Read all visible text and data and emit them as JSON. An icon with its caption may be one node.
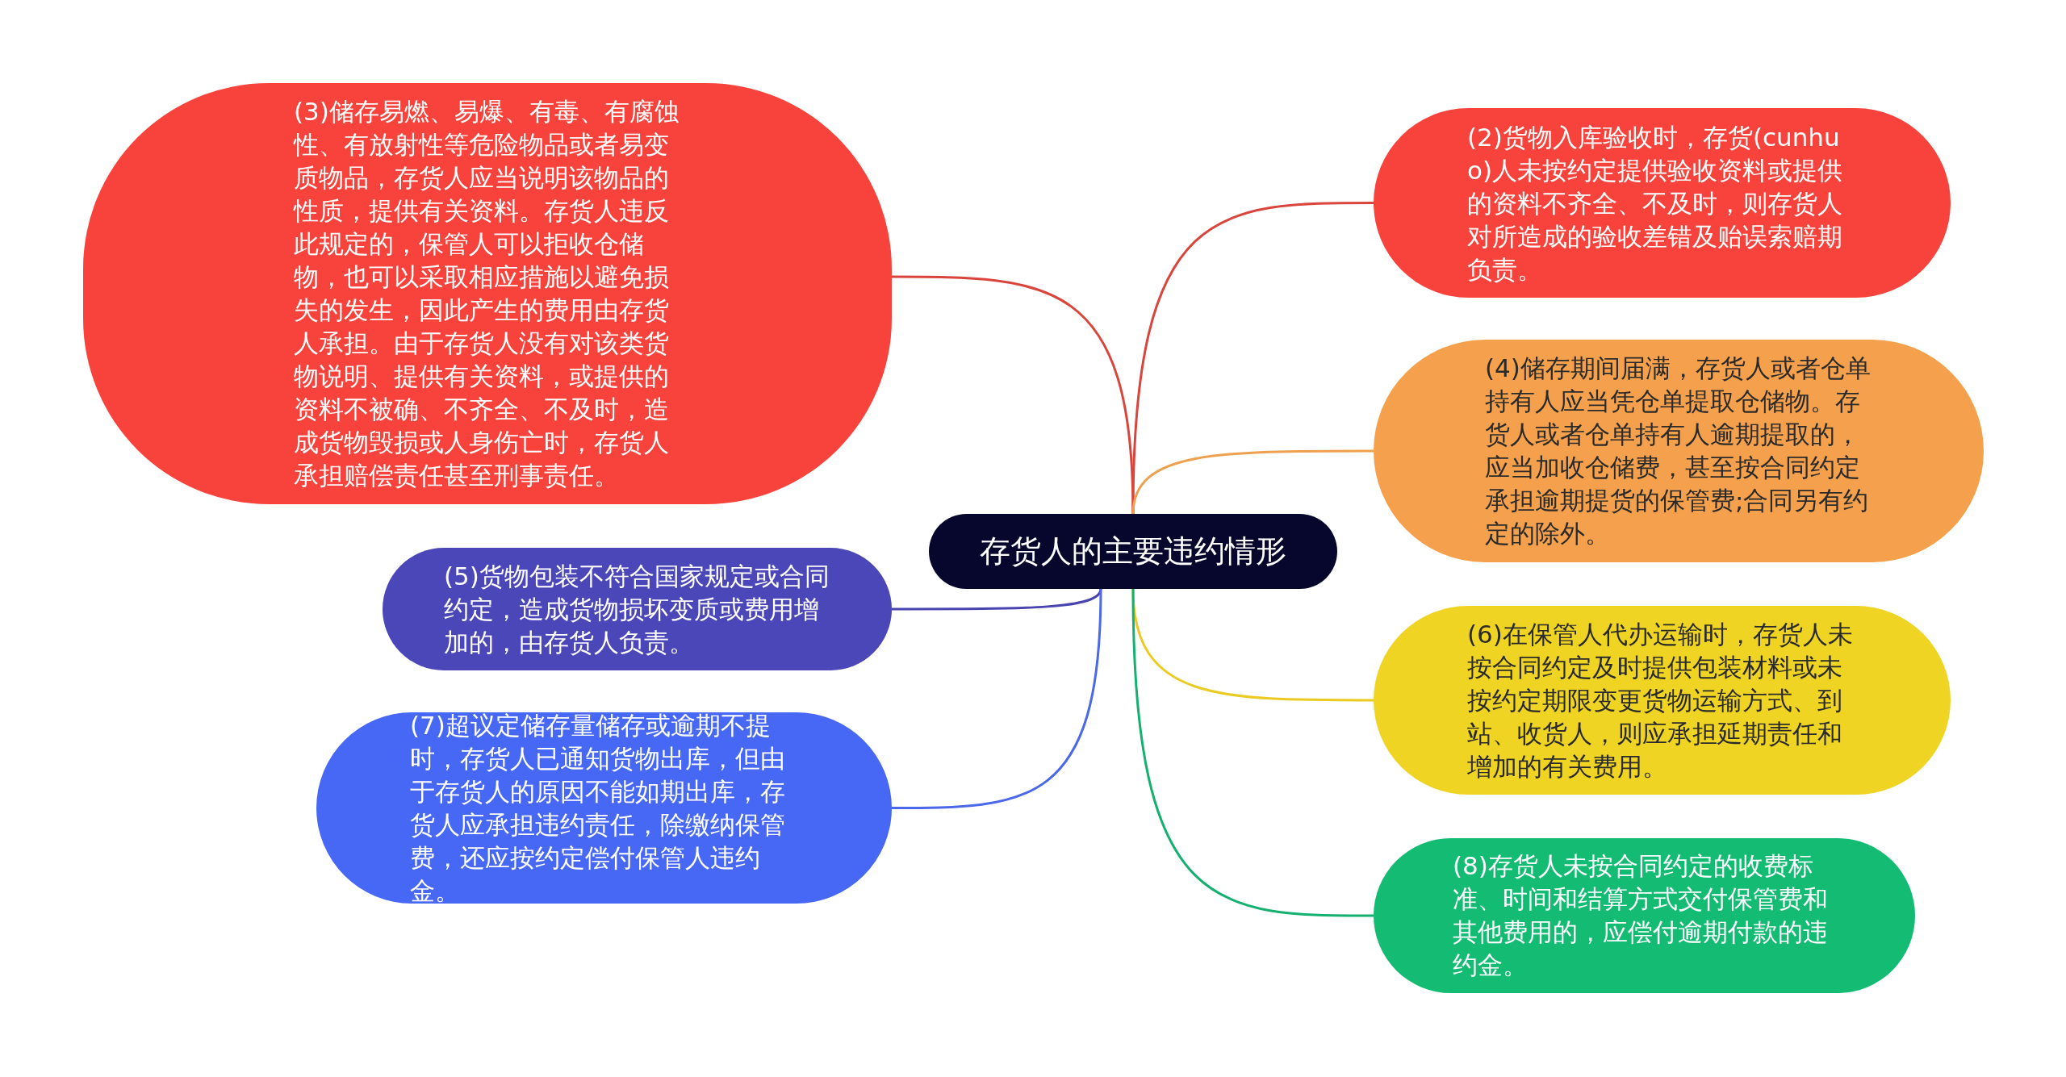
{
  "diagram": {
    "nodes": [
      {
        "text": [
          "存货人的主要违约情形"
        ]
      },
      {
        "text": [
          "(2)货物入库验收时，存货(cunhuo)人未按约定提供验收资料或提供的资料不齐全、不及时，则存货人对所造成的验收差错及贻误索赔期负责。"
        ]
      },
      {
        "text": [
          "(3)储存易燃、易爆、有毒、有腐蚀性、有放射性等危险物品或者易变质物品，存货人应当说明该物品的性质，提供有关资料。存货人违反此规定的，保管人可以拒收仓储物，也可以采取相应措施以避免损失的发生，因此产生的费用由存货人承担。由于存货人没有对该类货物说明、提供有关资料，或提供的资料不被确、不齐全、不及时，造成货物毁损或人身伤亡时，存货人承担赔偿责任甚至刑事责任。"
        ]
      },
      {
        "text": [
          "(4)储存期间届满，存货人或者仓单持有人应当凭仓单提取仓储物。存货人或者仓单持有人逾期提取的，应当加收仓储费，甚至按合同约定承担逾期提货的保管费;合同另有约定的除外。"
        ]
      },
      {
        "text": [
          "(5)货物包装不符合国家规定或合同约定，造成货物损坏变质或费用增加的，由存货人负责。"
        ]
      },
      {
        "text": [
          "(6)在保管人代办运输时，存货人未按合同约定及时提供包装材料或未按约定期限变更货物运输方式、到站、收货人，则应承担延期责任和增加的有关费用。"
        ]
      },
      {
        "text": [
          "(7)超议定储存量储存或逾期不提时，存货人已通知货物出库，但由于存货人的原因不能如期出库，存货人应承担违约责任，除缴纳保管费，还应按约定偿付保管人违约金。"
        ]
      },
      {
        "text": [
          "(8)存货人未按合同约定的收费标准、时间和结算方式交付保管费和其他费用的，应偿付逾期付款的违约金。"
        ]
      }
    ],
    "edges": [
      {
        "from": 0,
        "to": 1,
        "arrow": "none",
        "color": "#d9453c"
      },
      {
        "from": 0,
        "to": 2,
        "arrow": "none",
        "color": "#d9453c"
      },
      {
        "from": 0,
        "to": 3,
        "arrow": "none",
        "color": "#efa04e"
      },
      {
        "from": 0,
        "to": 4,
        "arrow": "none",
        "color": "#4a44b0"
      },
      {
        "from": 0,
        "to": 5,
        "arrow": "none",
        "color": "#ebcb22"
      },
      {
        "from": 0,
        "to": 6,
        "arrow": "none",
        "color": "#4a68e8"
      },
      {
        "from": 0,
        "to": 7,
        "arrow": "none",
        "color": "#14b070"
      }
    ]
  }
}
